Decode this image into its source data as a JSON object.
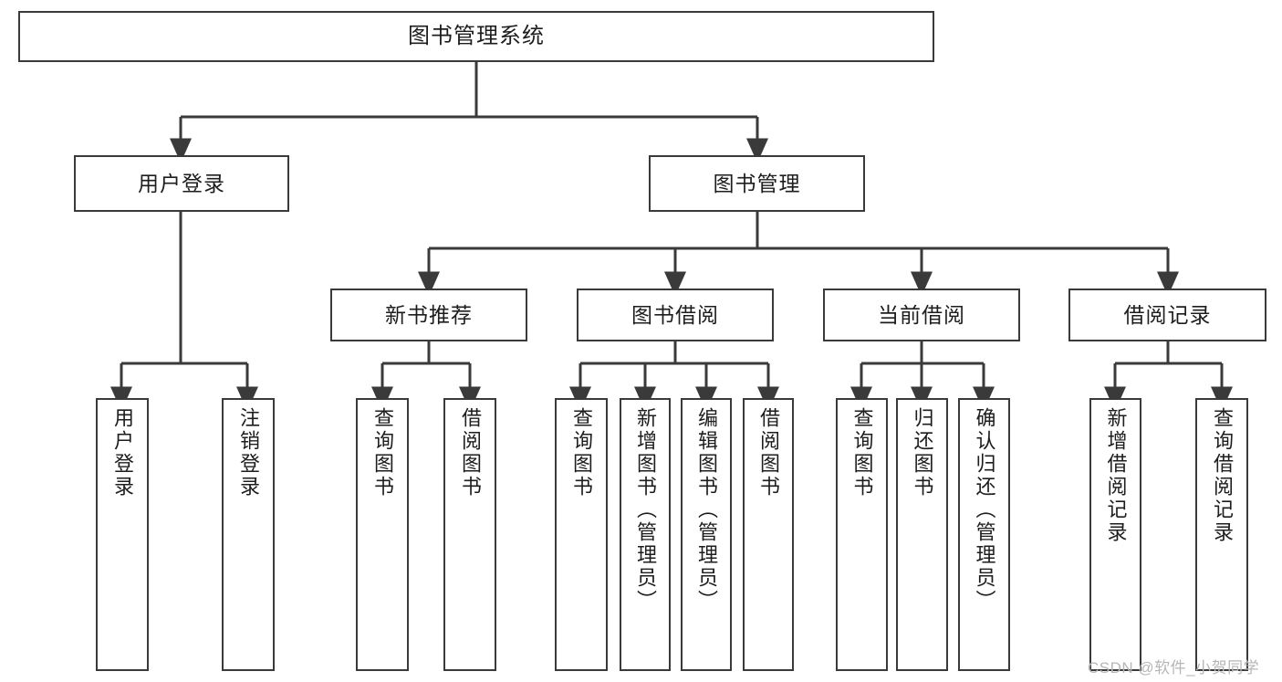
{
  "diagram": {
    "type": "tree",
    "title": "图书管理系统",
    "background_color": "#ffffff",
    "stroke_color": "#3a3a3a",
    "text_color": "#1d1d1d",
    "root": {
      "label": "图书管理系统"
    },
    "level2": [
      {
        "label": "用户登录"
      },
      {
        "label": "图书管理"
      }
    ],
    "level3": [
      {
        "label": "新书推荐"
      },
      {
        "label": "图书借阅"
      },
      {
        "label": "当前借阅"
      },
      {
        "label": "借阅记录"
      }
    ],
    "leaves": [
      {
        "label": "用户登录"
      },
      {
        "label": "注销登录"
      },
      {
        "label": "查询图书"
      },
      {
        "label": "借阅图书"
      },
      {
        "label": "查询图书"
      },
      {
        "label": "新增图书（管理员）"
      },
      {
        "label": "编辑图书（管理员）"
      },
      {
        "label": "借阅图书"
      },
      {
        "label": "查询图书"
      },
      {
        "label": "归还图书"
      },
      {
        "label": "确认归还（管理员）"
      },
      {
        "label": "新增借阅记录"
      },
      {
        "label": "查询借阅记录"
      }
    ]
  },
  "watermark": {
    "text": "CSDN @软件_小贺同学",
    "color": "#b6b6b6"
  }
}
